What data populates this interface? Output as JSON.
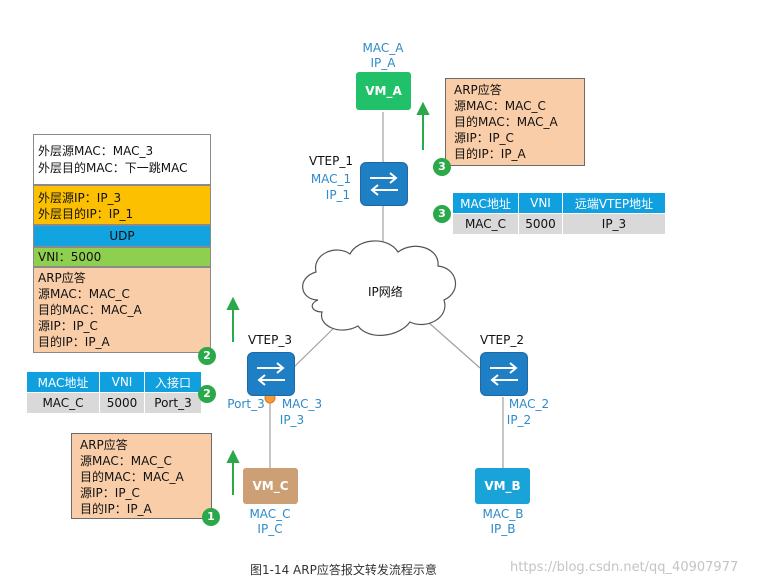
{
  "vm_a": {
    "mac": "MAC_A",
    "ip": "IP_A",
    "name": "VM_A",
    "color": "#21c16a"
  },
  "vm_b": {
    "mac": "MAC_B",
    "ip": "IP_B",
    "name": "VM_B",
    "color": "#1aa3d9"
  },
  "vm_c": {
    "mac": "MAC_C",
    "ip": "IP_C",
    "name": "VM_C",
    "color": "#cc9f74"
  },
  "vtep1": {
    "name": "VTEP_1",
    "mac": "MAC_1",
    "ip": "IP_1"
  },
  "vtep2": {
    "name": "VTEP_2",
    "mac": "MAC_2",
    "ip": "IP_2"
  },
  "vtep3": {
    "name": "VTEP_3",
    "port": "Port_3",
    "mac": "MAC_3",
    "ip": "IP_3"
  },
  "cloud": {
    "label": "IP网络"
  },
  "arp_box_top": {
    "lines": [
      "ARP应答",
      "源MAC：MAC_C",
      "目的MAC：MAC_A",
      "源IP：IP_C",
      "目的IP：IP_A"
    ]
  },
  "arp_box_bottom": {
    "lines": [
      "ARP应答",
      "源MAC：MAC_C",
      "目的MAC：MAC_A",
      "源IP：IP_C",
      "目的IP：IP_A"
    ]
  },
  "packet": {
    "outer_mac": [
      "外层源MAC：MAC_3",
      "外层目的MAC：下一跳MAC"
    ],
    "outer_ip": [
      "外层源IP：IP_3",
      "外层目的IP：IP_1"
    ],
    "udp": "UDP",
    "vni": "VNI：5000",
    "inner": [
      "ARP应答",
      "源MAC：MAC_C",
      "目的MAC：MAC_A",
      "源IP：IP_C",
      "目的IP：IP_A"
    ]
  },
  "table_vtep1": {
    "headers": [
      "MAC地址",
      "VNI",
      "远端VTEP地址"
    ],
    "row": [
      "MAC_C",
      "5000",
      "IP_3"
    ]
  },
  "table_vtep3": {
    "headers": [
      "MAC地址",
      "VNI",
      "入接口"
    ],
    "row": [
      "MAC_C",
      "5000",
      "Port_3"
    ]
  },
  "badges": {
    "step1": "1",
    "step2": "2",
    "step3": "3"
  },
  "caption": "图1-14 ARP应答报文转发流程示意",
  "watermark": "https://blog.csdn.net/qq_40907977",
  "colors": {
    "accent_blue": "#2e8bc9",
    "switch_blue": "#1f7fc4",
    "arp_fill": "#f8cda8",
    "badge_green": "#2aa84a",
    "table_header": "#10a0e0"
  }
}
